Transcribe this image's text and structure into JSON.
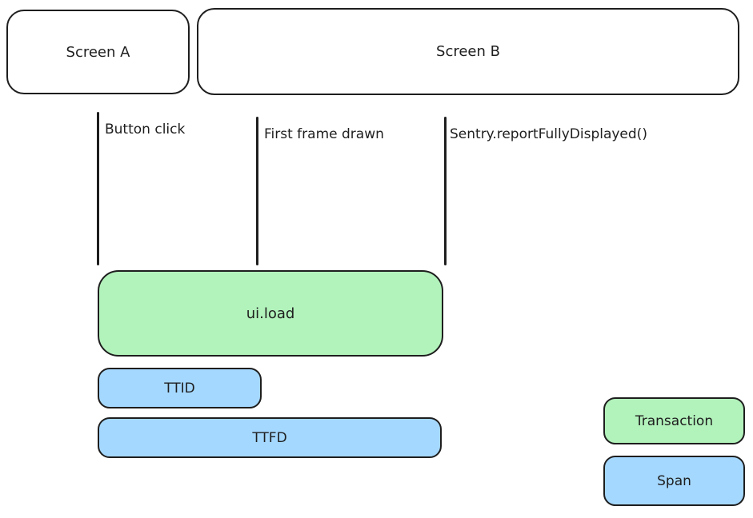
{
  "screens": [
    {
      "label": "Screen A"
    },
    {
      "label": "Screen B"
    }
  ],
  "markers": [
    {
      "label": "Button click"
    },
    {
      "label": "First frame drawn"
    },
    {
      "label": "Sentry.reportFullyDisplayed()"
    }
  ],
  "bars": [
    {
      "label": "ui.load",
      "type": "transaction"
    },
    {
      "label": "TTID",
      "type": "span"
    },
    {
      "label": "TTFD",
      "type": "span"
    }
  ],
  "legend": [
    {
      "label": "Transaction",
      "type": "transaction"
    },
    {
      "label": "Span",
      "type": "span"
    }
  ],
  "colors": {
    "transaction_fill": "#b2f2bb",
    "span_fill": "#a5d8ff",
    "stroke": "#1e1e1e",
    "background": "#ffffff"
  }
}
